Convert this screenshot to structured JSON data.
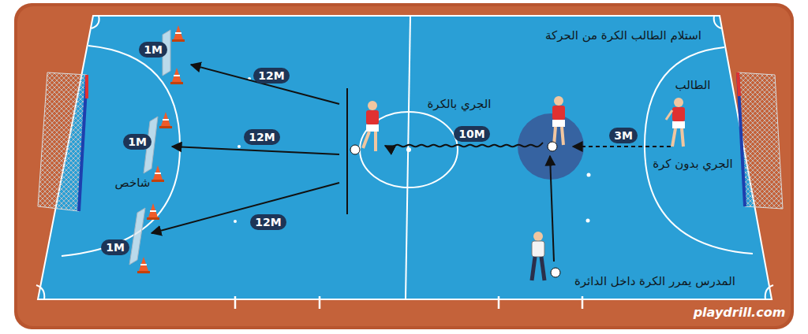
{
  "diagram": {
    "labels": [
      "استلام الطالب الكرة من الحركة",
      "الطالب",
      "3M",
      "الجري بدون كرة",
      "10M",
      "الجري بالكرة",
      "المدرس يمرر الكرة داخل الدائرة",
      "12M",
      "12M",
      "12M",
      "1M",
      "1M",
      "1M",
      "شاخص",
      "playdrill.com"
    ]
  }
}
